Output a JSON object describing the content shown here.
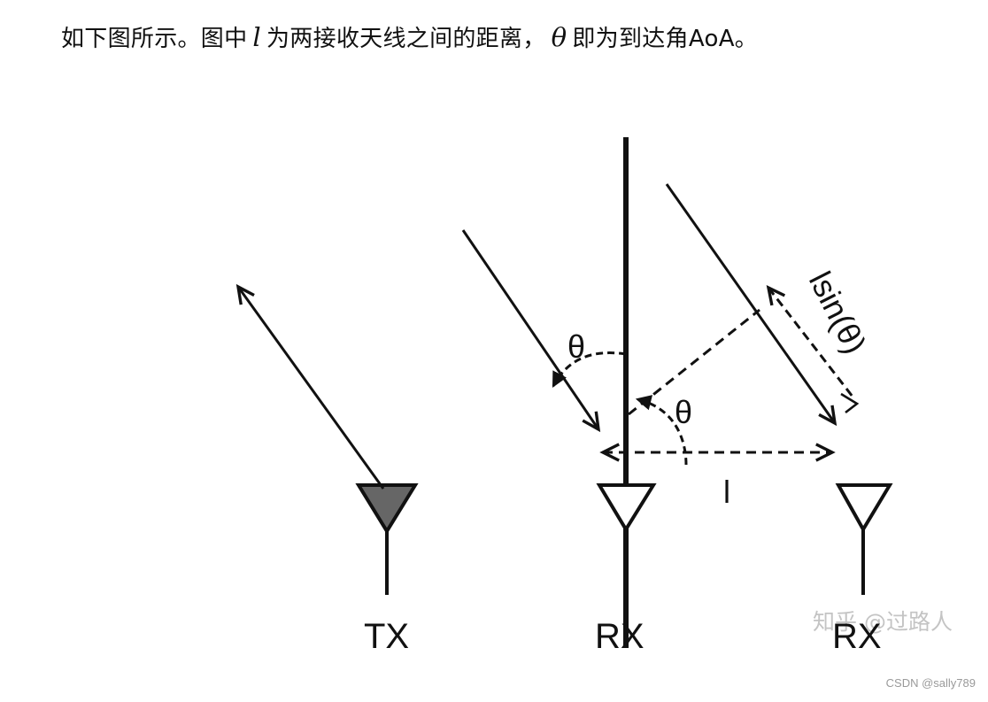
{
  "intro": {
    "part1": "如下图所示。图中",
    "var_l": "l",
    "part2": "为两接收天线之间的距离，",
    "var_theta": "θ",
    "part3": "即为到达角AoA。"
  },
  "diagram": {
    "antennas": [
      {
        "label": "TX",
        "filled": true
      },
      {
        "label": "RX",
        "filled": false
      },
      {
        "label": "RX",
        "filled": false
      }
    ],
    "theta_label": "θ",
    "theta_label_2": "θ",
    "spacing_label": "l",
    "path_diff_label": "lsin(θ)",
    "watermark": "知乎 @过路人"
  },
  "credit": "CSDN @sally789",
  "colors": {
    "ink": "#111111",
    "tx_fill": "#666666",
    "watermark": "#c4c4c4",
    "credit": "#9a9a9a"
  }
}
